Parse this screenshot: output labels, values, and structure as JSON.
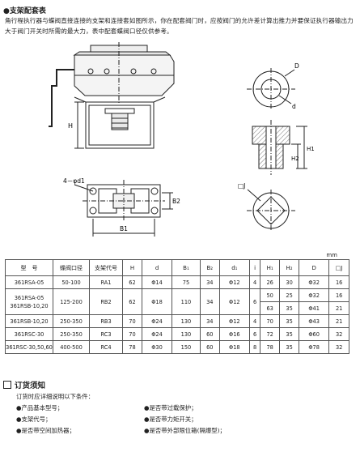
{
  "section_title": "●支架配套表",
  "intro_text": "角行程执行器与蝶阀直接连接的支架和连接套如图所示，你在配套阀门时，应按阀门的允许差计算出推力并要保证执行器输出力大于阀门开关时所需的最大力，表中配套蝶阀口径仅供参考。",
  "dimension_labels": {
    "H": "H",
    "d1_hole": "4－φd1",
    "B2": "B2",
    "B1": "B1",
    "D": "D",
    "d": "d",
    "H1": "H1",
    "H2": "H2",
    "square": "□J"
  },
  "unit": "mm",
  "table": {
    "headers": [
      "型　号",
      "蝶阀口径",
      "支架代号",
      "H",
      "d",
      "B₁",
      "B₂",
      "d₁",
      "i",
      "H₁",
      "H₂",
      "D",
      "□J"
    ],
    "rows": [
      {
        "model": "361RSA-05",
        "caliber": "50-100",
        "code": "RA1",
        "H": "62",
        "d": "Φ14",
        "B1": "75",
        "B2": "34",
        "d1": "Φ12",
        "i": "4",
        "H1": "26",
        "H2": "30",
        "D": "Φ32",
        "J": "16"
      },
      {
        "model": "361RSA-05\n361RSB-10,20",
        "caliber": "125-200",
        "code": "RB2",
        "H": "62",
        "d": "Φ18",
        "B1": "110",
        "B2": "34",
        "d1": "Φ12",
        "i": "6",
        "H1": "50",
        "H2": "25",
        "D": "Φ32",
        "J": "16",
        "sub": {
          "H1": "63",
          "H2": "35",
          "D": "Φ41",
          "J": "21"
        }
      },
      {
        "model": "361RSB-10,20",
        "caliber": "250-350",
        "code": "RB3",
        "H": "70",
        "d": "Φ24",
        "B1": "130",
        "B2": "34",
        "d1": "Φ12",
        "i": "4",
        "H1": "70",
        "H2": "35",
        "D": "Φ43",
        "J": "21"
      },
      {
        "model": "361RSC-30",
        "caliber": "250-350",
        "code": "RC3",
        "H": "70",
        "d": "Φ24",
        "B1": "130",
        "B2": "60",
        "d1": "Φ16",
        "i": "6",
        "H1": "72",
        "H2": "35",
        "D": "Φ60",
        "J": "32"
      },
      {
        "model": "361RSC-30,50,60",
        "caliber": "400-500",
        "code": "RC4",
        "H": "78",
        "d": "Φ30",
        "B1": "150",
        "B2": "60",
        "d1": "Φ18",
        "i": "8",
        "H1": "78",
        "H2": "35",
        "D": "Φ78",
        "J": "32"
      }
    ]
  },
  "order": {
    "title": "订货须知",
    "intro": "订货时应详细说明以下条件：",
    "items_left": [
      "●产品基本型号；",
      "●支架代号；",
      "●是否带空间加热器；"
    ],
    "items_right": [
      "●是否带过载保护；",
      "●是否带力矩开关；",
      "●是否带外部限位箱(隔爆型)；"
    ]
  }
}
